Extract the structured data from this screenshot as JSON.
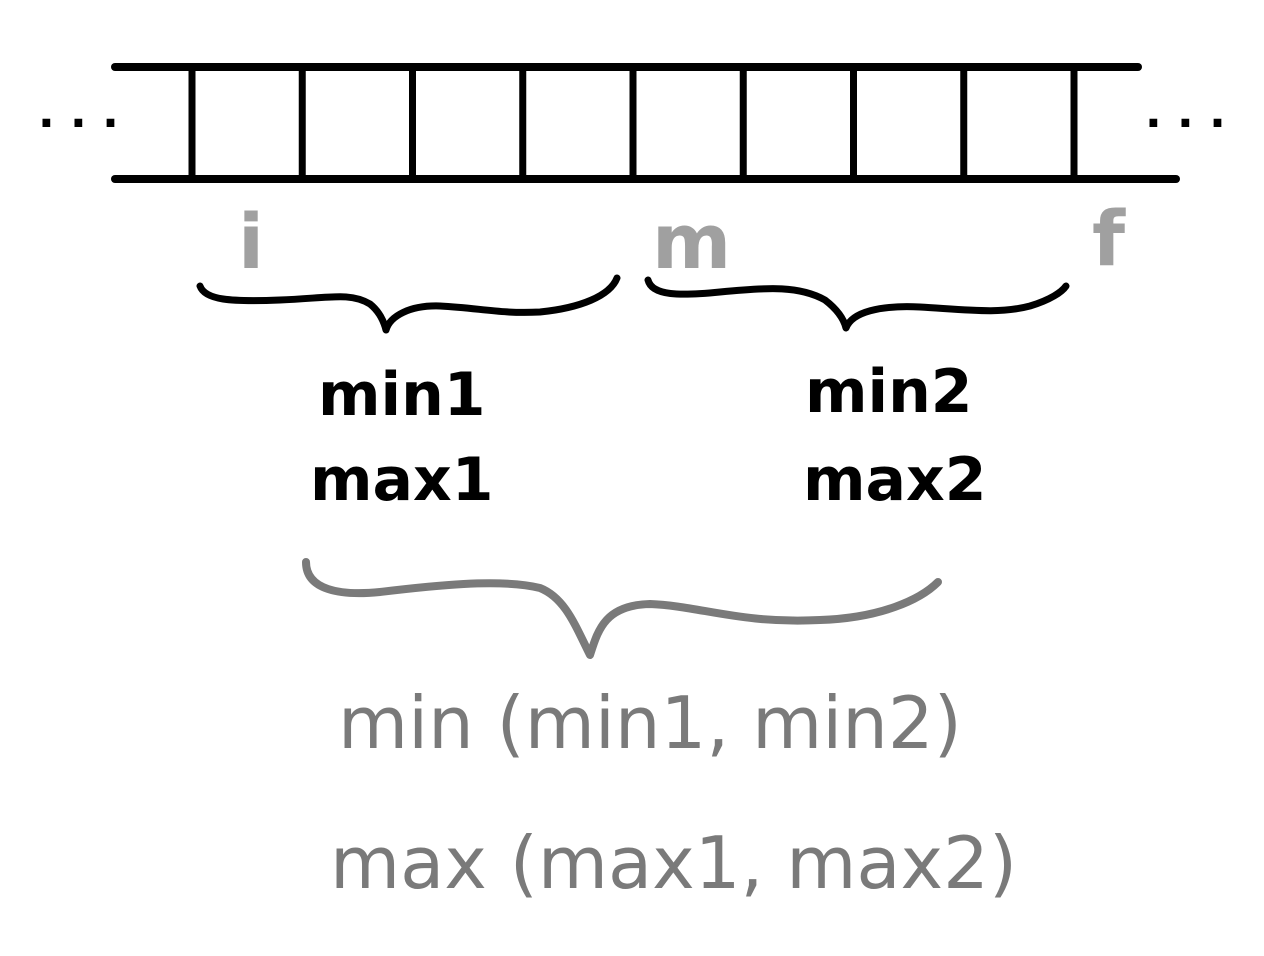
{
  "colors": {
    "ink": "#000000",
    "pointer": "#a0a0a0",
    "combined": "#7a7a7a"
  },
  "array": {
    "cell_count": 8,
    "left_ellipsis": "· · ·",
    "right_ellipsis": "· · ·"
  },
  "pointers": {
    "start": "i",
    "middle": "m",
    "end": "f"
  },
  "left_half": {
    "min": "min1",
    "max": "max1"
  },
  "right_half": {
    "min": "min2",
    "max": "max2"
  },
  "combined": {
    "min": "min (min1, min2)",
    "max": "max (max1, max2)"
  }
}
